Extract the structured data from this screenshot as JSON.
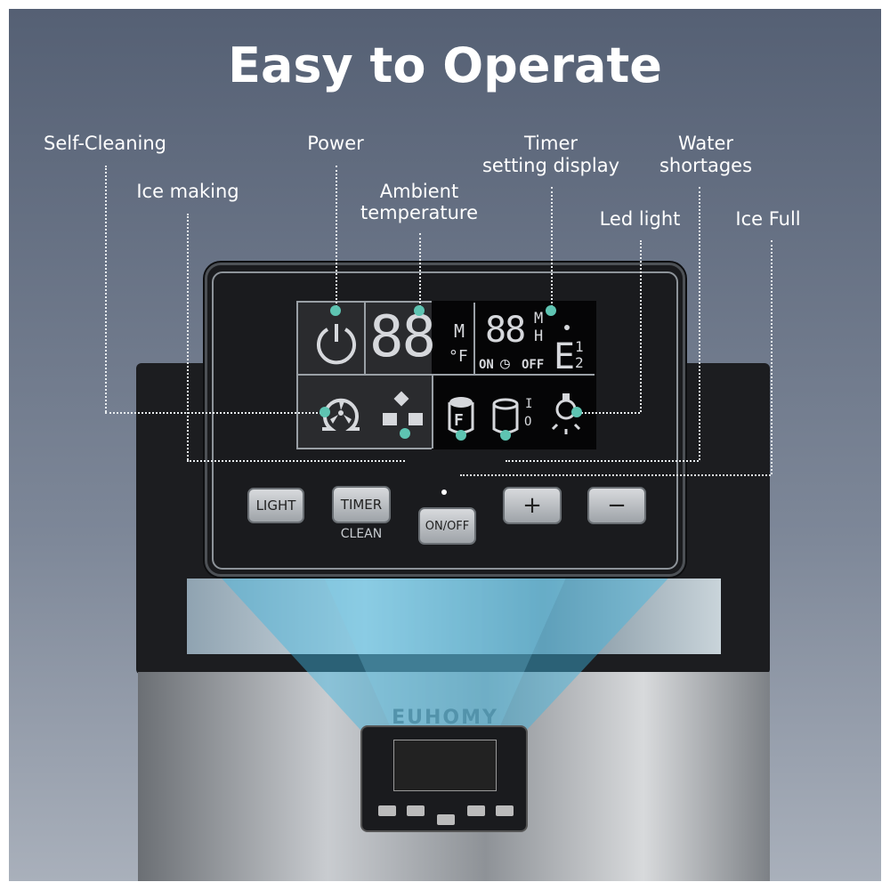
{
  "title": "Easy to Operate",
  "brand": "EUHOMY",
  "labels": {
    "self_cleaning": "Self-Cleaning",
    "ice_making": "Ice making",
    "power": "Power",
    "ambient_1": "Ambient",
    "ambient_2": "temperature",
    "timer_1": "Timer",
    "timer_2": "setting display",
    "water_1": "Water",
    "water_2": "shortages",
    "led_light": "Led light",
    "ice_full": "Ice Full"
  },
  "display": {
    "temp_digits": "88",
    "temp_unit_m": "M",
    "temp_unit_f": "°F",
    "timer_digits": "88",
    "timer_m": "M",
    "timer_h": "H",
    "on": "ON",
    "off": "OFF",
    "error": "E",
    "error_1": "1",
    "error_2": "2",
    "full_letter": "F",
    "water_i": "I",
    "water_o": "O"
  },
  "buttons": {
    "light": "LIGHT",
    "timer": "TIMER",
    "clean": "CLEAN",
    "onoff": "ON/OFF",
    "plus": "+",
    "minus": "−"
  },
  "colors": {
    "accent": "#5ec4b2",
    "beam": "#3fb6e0"
  }
}
